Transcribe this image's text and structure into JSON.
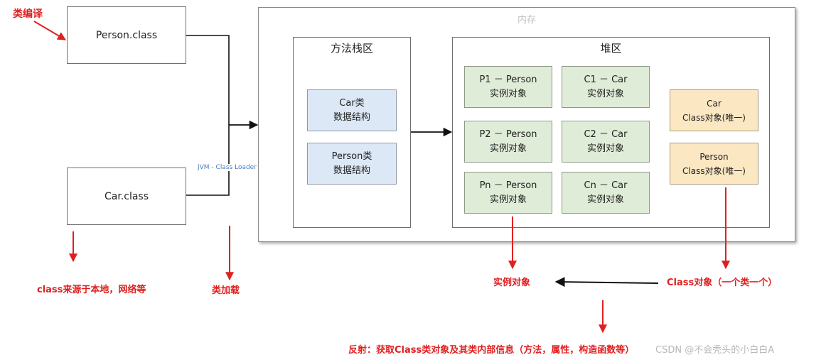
{
  "files": {
    "person": "Person.class",
    "car": "Car.class"
  },
  "memory": {
    "label": "内存",
    "method_area": {
      "title": "方法栈区",
      "car_struct": [
        "Car类",
        "数据结构"
      ],
      "person_struct": [
        "Person类",
        "数据结构"
      ]
    },
    "heap": {
      "title": "堆区",
      "instances": [
        [
          "P1 － Person",
          "实例对象"
        ],
        [
          "C1 － Car",
          "实例对象"
        ],
        [
          "P2 － Person",
          "实例对象"
        ],
        [
          "C2 － Car",
          "实例对象"
        ],
        [
          "Pn － Person",
          "实例对象"
        ],
        [
          "Cn － Car",
          "实例对象"
        ]
      ],
      "class_objects": [
        [
          "Car",
          "Class对象(唯一)"
        ],
        [
          "Person",
          "Class对象(唯一)"
        ]
      ]
    }
  },
  "connector": {
    "jvm_label": "JVM - Class Loader"
  },
  "annotations": {
    "compile": "类编译",
    "class_source": "class来源于本地，网络等",
    "class_load": "类加载",
    "instance_object": "实例对象",
    "class_object": "Class对象（一个类一个）",
    "reflection": "反射：获取Class类对象及其类内部信息（方法，属性，构造函数等）"
  },
  "watermark": "CSDN @不会秃头的小白白A",
  "colors": {
    "arrow_red": "#e02020",
    "method_fill": "#dce8f5",
    "instance_fill": "#dfecd7",
    "class_fill": "#fbe7c2"
  }
}
